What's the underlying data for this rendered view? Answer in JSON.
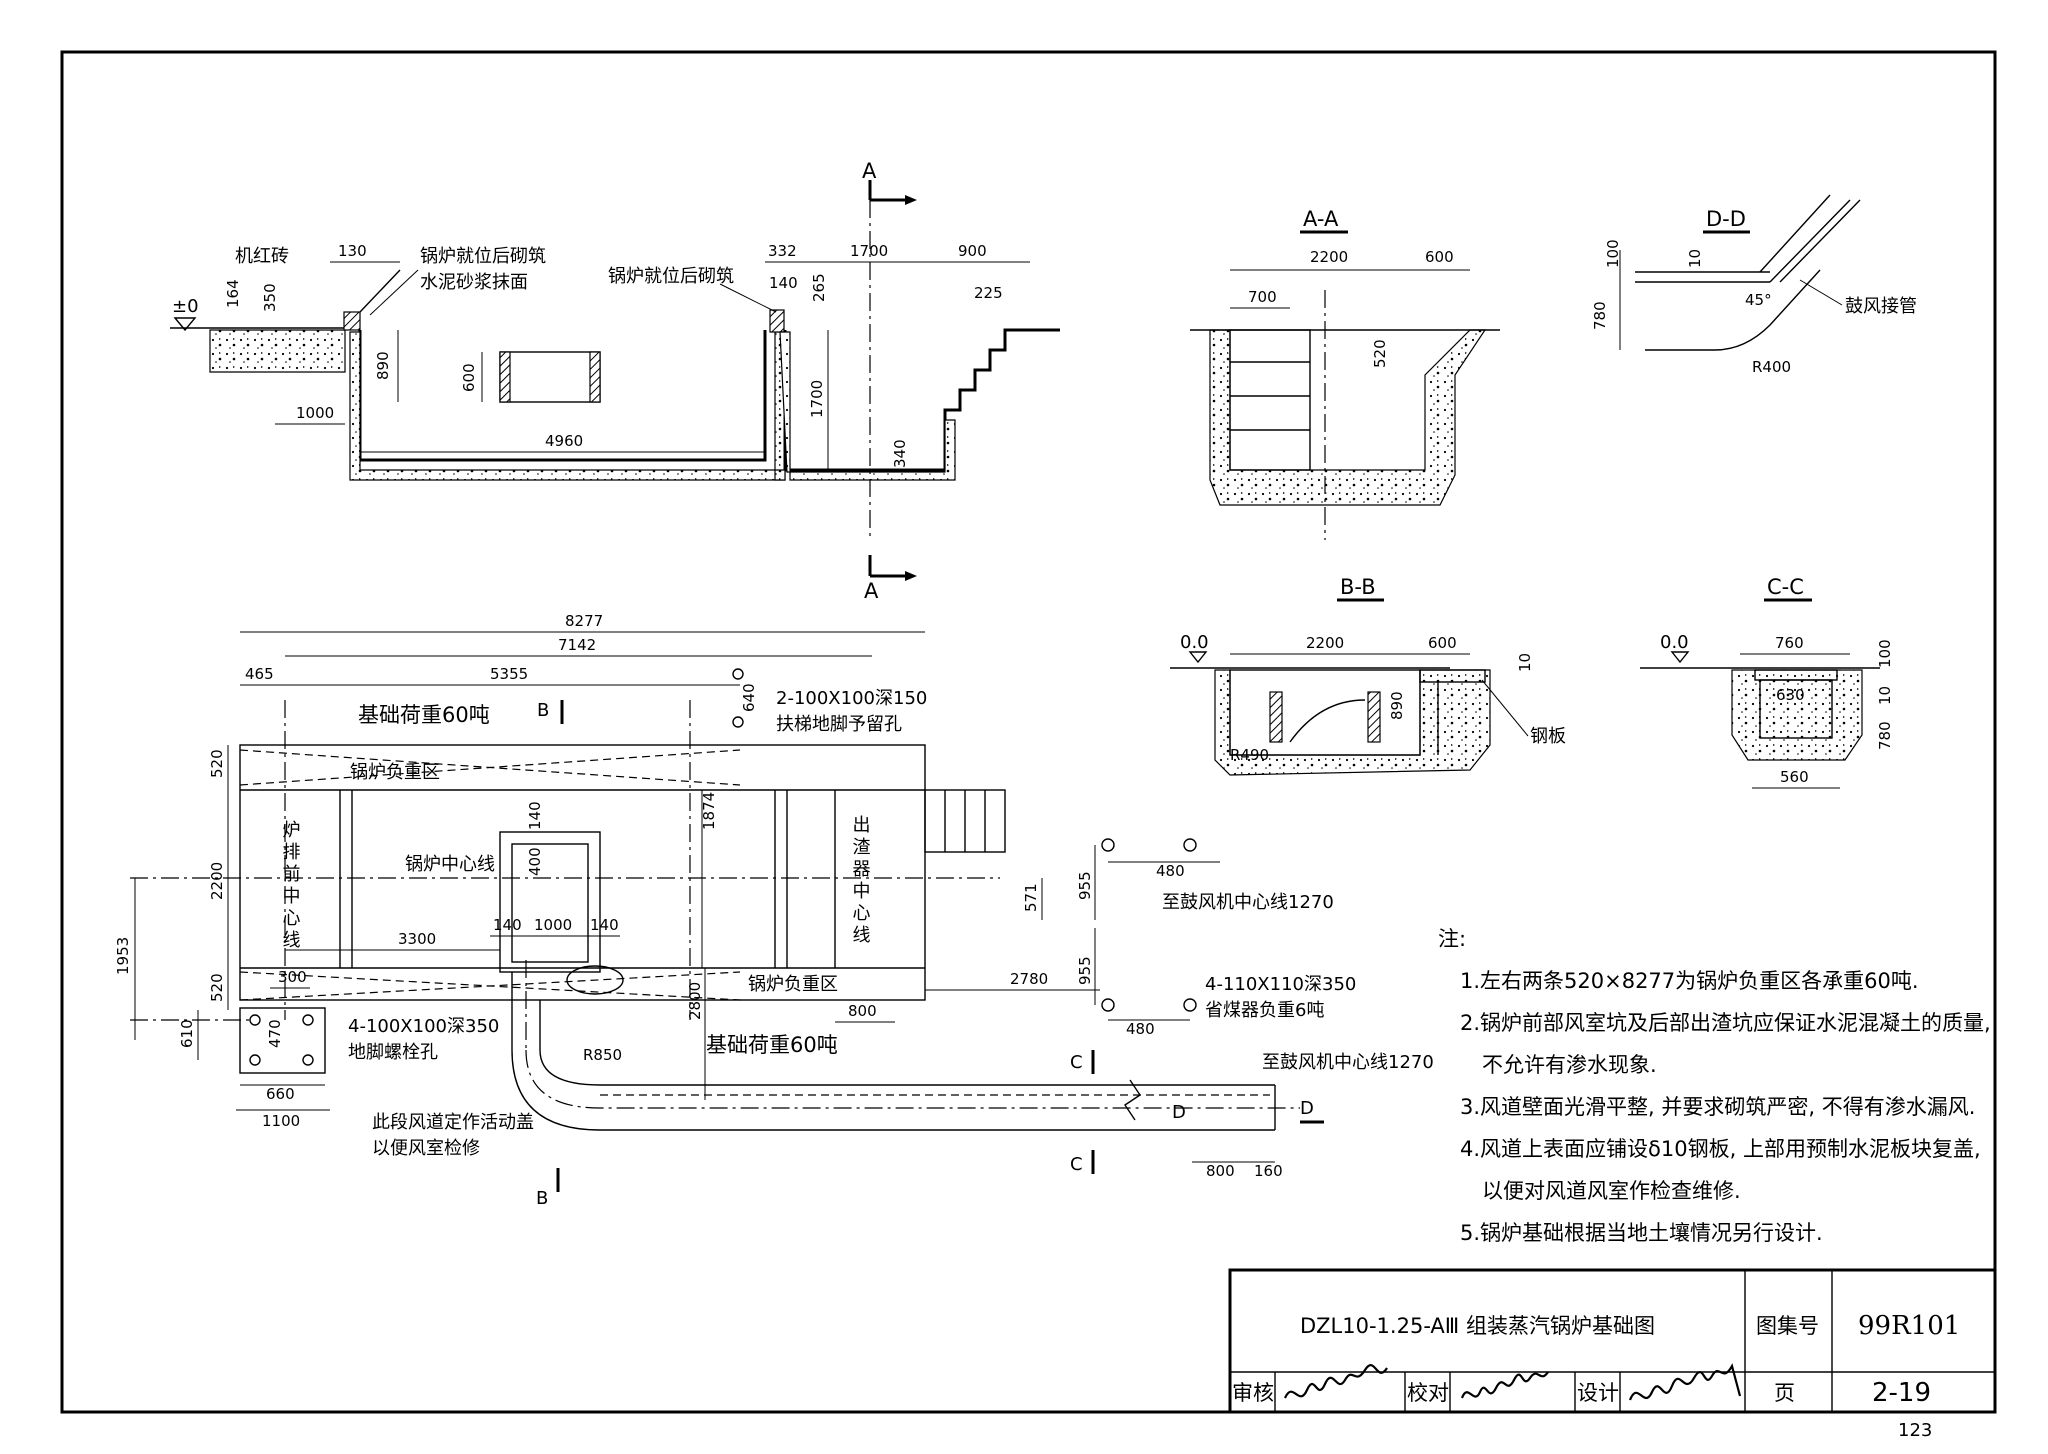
{
  "page_number": "123",
  "title_block": {
    "drawing_title": "DZL10-1.25-AⅢ  组装蒸汽锅炉基础图",
    "atlas_label": "图集号",
    "atlas_no": "99R101",
    "page_label": "页",
    "page_no": "2-19",
    "review_label": "审核",
    "check_label": "校对",
    "design_label": "设计"
  },
  "notes": {
    "heading": "注:",
    "items": [
      "1.左右两条520×8277为锅炉负重区各承重60吨.",
      "2.锅炉前部风室坑及后部出渣坑应保证水泥混凝土的质量,",
      "不允许有渗水现象.",
      "3.风道壁面光滑平整, 并要求砌筑严密, 不得有渗水漏风.",
      "4.风道上表面应铺设δ10钢板, 上部用预制水泥板块复盖,",
      "以便对风道风室作检查维修.",
      "5.锅炉基础根据当地土壤情况另行设计."
    ]
  },
  "section_top": {
    "label_a_top": "A",
    "label_a_bottom": "A",
    "zero_mark": "±0",
    "callouts": [
      "机红砖",
      "锅炉就位后砌筑",
      "水泥砂浆抹面",
      "锅炉就位后砌筑"
    ],
    "dims": [
      "130",
      "164",
      "350",
      "890",
      "600",
      "1000",
      "4960",
      "332",
      "140",
      "265",
      "1700",
      "900",
      "225",
      "1700",
      "340"
    ]
  },
  "section_aa": {
    "title": "A-A",
    "dims": [
      "2200",
      "600",
      "700",
      "520"
    ]
  },
  "section_dd": {
    "title": "D-D",
    "dims": [
      "100",
      "10",
      "780",
      "45°",
      "R400"
    ],
    "callout": "鼓风接管"
  },
  "section_bb": {
    "title": "B-B",
    "zero": "0.0",
    "dims": [
      "2200",
      "600",
      "10",
      "890",
      "R490"
    ],
    "callout": "钢板"
  },
  "section_cc": {
    "title": "C-C",
    "zero": "0.0",
    "dims": [
      "760",
      "100",
      "630",
      "10",
      "780",
      "560"
    ]
  },
  "plan": {
    "overall_dims": [
      "8277",
      "7142",
      "465",
      "5355"
    ],
    "labels": {
      "load_top": "基础荷重60吨",
      "load_zone_top": "锅炉负重区",
      "center_line": "锅炉中心线",
      "grate_center": "炉排前中心线",
      "slag_center": "出渣器中心线",
      "load_zone_bottom": "锅炉负重区",
      "load_bottom": "基础荷重60吨",
      "ladder_holes_qty": "2-100X100深150",
      "ladder_holes": "扶梯地脚予留孔",
      "anchor_qty": "4-100X100深350",
      "anchor": "地脚螺栓孔",
      "economizer_qty": "4-110X110深350",
      "economizer": "省煤器负重6吨",
      "to_fan_1": "至鼓风机中心线1270",
      "to_fan_2": "至鼓风机中心线1270",
      "cover_1": "此段风道定作活动盖",
      "cover_2": "以便风室检修",
      "sec_b1": "B",
      "sec_b2": "B",
      "sec_c1": "C",
      "sec_c2": "C",
      "sec_d1": "D",
      "sec_d2": "D"
    },
    "dims_left": [
      "520",
      "2200",
      "520",
      "1953",
      "610"
    ],
    "dims_inner": [
      "640",
      "140",
      "400",
      "1874",
      "3300",
      "140",
      "1000",
      "140",
      "300",
      "2800",
      "800",
      "2780",
      "R850",
      "470",
      "660",
      "1100"
    ],
    "dims_right": [
      "480",
      "955",
      "571",
      "955",
      "480",
      "800",
      "160"
    ]
  }
}
